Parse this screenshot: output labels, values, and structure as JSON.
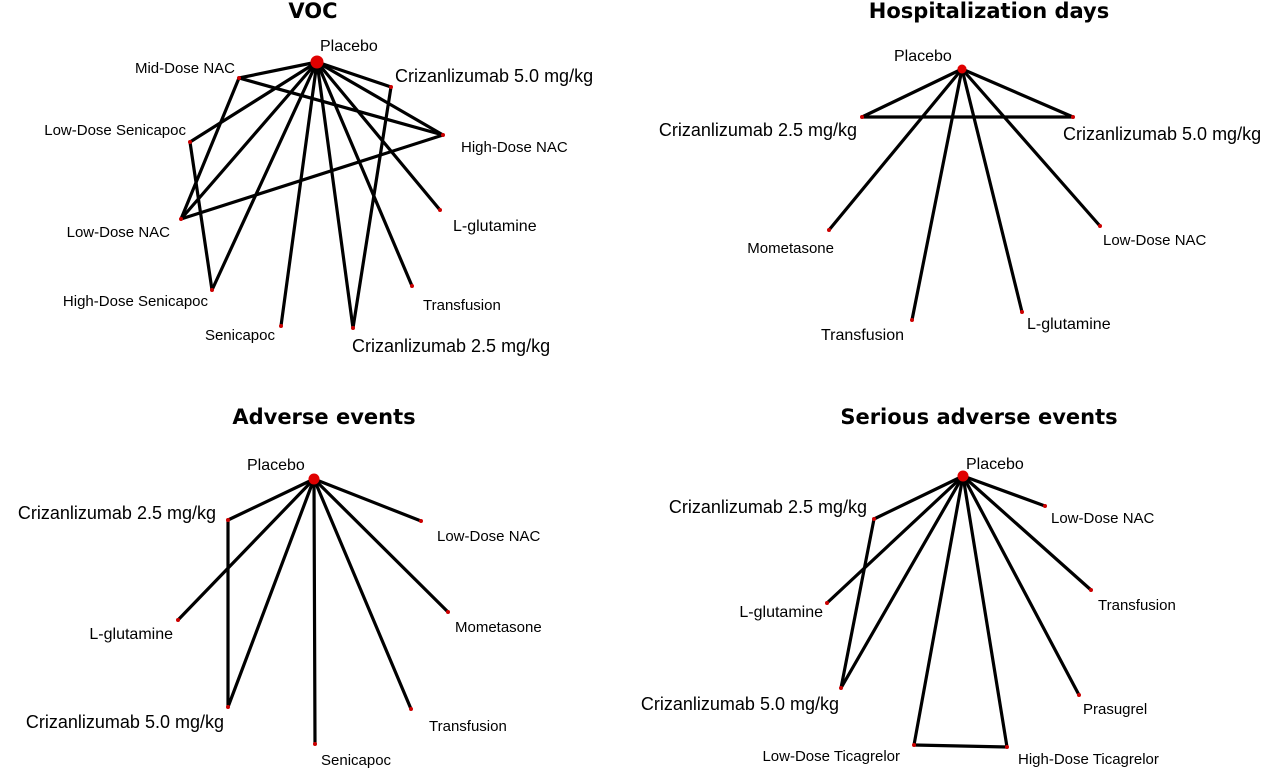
{
  "panels": [
    {
      "title": "VOC",
      "nodes": [
        "Placebo",
        "Mid-Dose NAC",
        "Crizanlizumab 5.0 mg/kg",
        "Low-Dose Senicapoc",
        "High-Dose NAC",
        "Low-Dose NAC",
        "L-glutamine",
        "High-Dose Senicapoc",
        "Transfusion",
        "Senicapoc",
        "Crizanlizumab 2.5 mg/kg"
      ]
    },
    {
      "title": "Hospitalization days",
      "nodes": [
        "Placebo",
        "Crizanlizumab 2.5 mg/kg",
        "Crizanlizumab 5.0 mg/kg",
        "Mometasone",
        "Low-Dose NAC",
        "Transfusion",
        "L-glutamine"
      ]
    },
    {
      "title": "Adverse events",
      "nodes": [
        "Placebo",
        "Crizanlizumab 2.5 mg/kg",
        "Low-Dose NAC",
        "L-glutamine",
        "Mometasone",
        "Crizanlizumab 5.0 mg/kg",
        "Transfusion",
        "Senicapoc"
      ]
    },
    {
      "title": "Serious adverse events",
      "nodes": [
        "Placebo",
        "Crizanlizumab 2.5 mg/kg",
        "Low-Dose NAC",
        "L-glutamine",
        "Transfusion",
        "Crizanlizumab 5.0 mg/kg",
        "Prasugrel",
        "Low-Dose Ticagrelor",
        "High-Dose Ticagrelor"
      ]
    }
  ]
}
